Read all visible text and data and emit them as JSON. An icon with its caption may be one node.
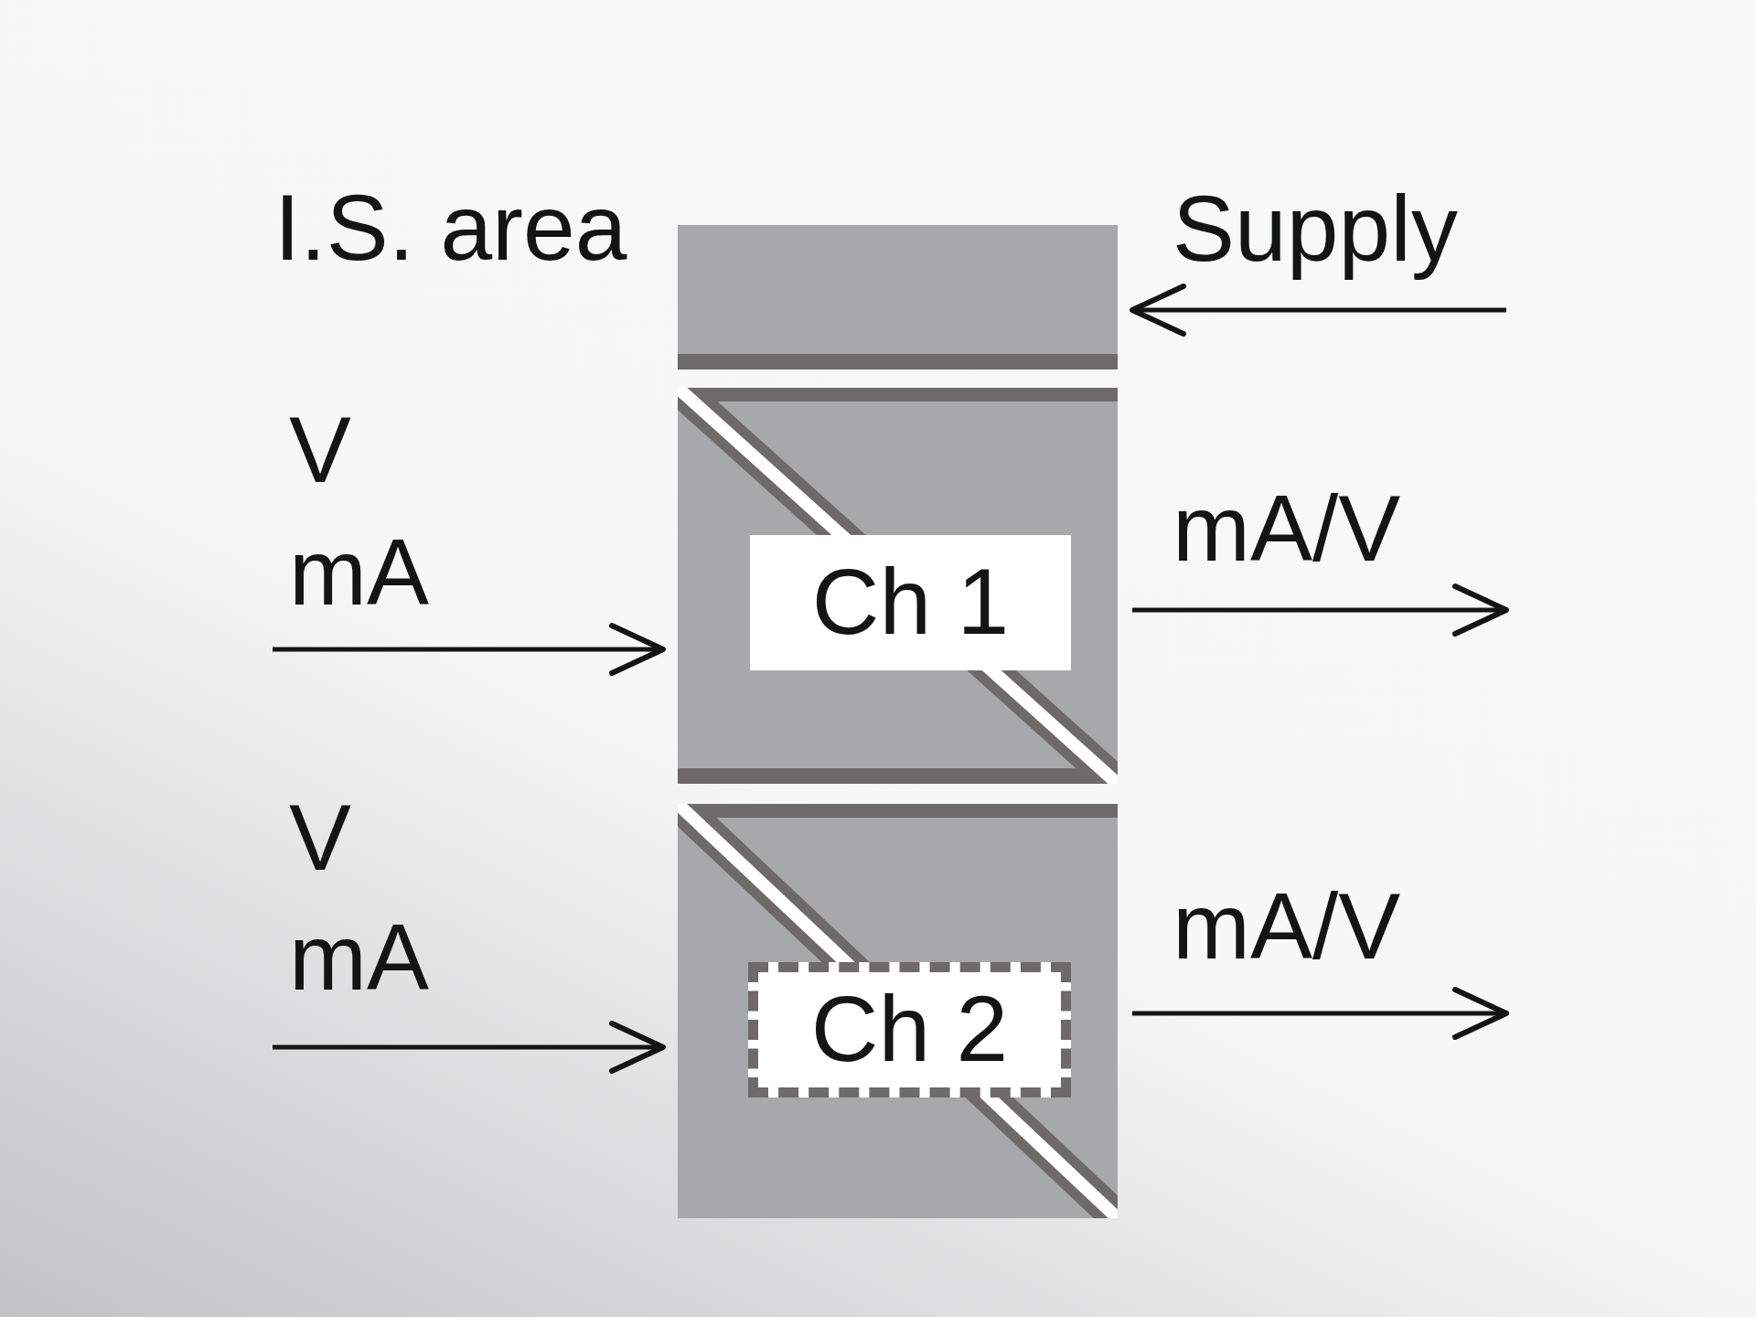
{
  "diagram": {
    "nodes": [
      {
        "text": [],
        "shape": "box"
      },
      {
        "text": [],
        "shape": "box"
      },
      {
        "text": [
          "Ch 1"
        ],
        "in": 1
      },
      {
        "text": [],
        "shape": "box"
      },
      {
        "text": [
          "Ch 2"
        ],
        "in": 3
      }
    ],
    "edges": [
      {
        "from": null,
        "to": 0,
        "arrow": "to",
        "label": "Supply"
      },
      {
        "from": null,
        "to": 1,
        "arrow": "to",
        "label": "V mA"
      },
      {
        "from": 1,
        "to": null,
        "arrow": "to",
        "label": "mA/V"
      },
      {
        "from": null,
        "to": 3,
        "arrow": "to",
        "label": "V mA"
      },
      {
        "from": 3,
        "to": null,
        "arrow": "to",
        "label": "mA/V"
      }
    ],
    "labels": [
      "I.S. area"
    ]
  }
}
